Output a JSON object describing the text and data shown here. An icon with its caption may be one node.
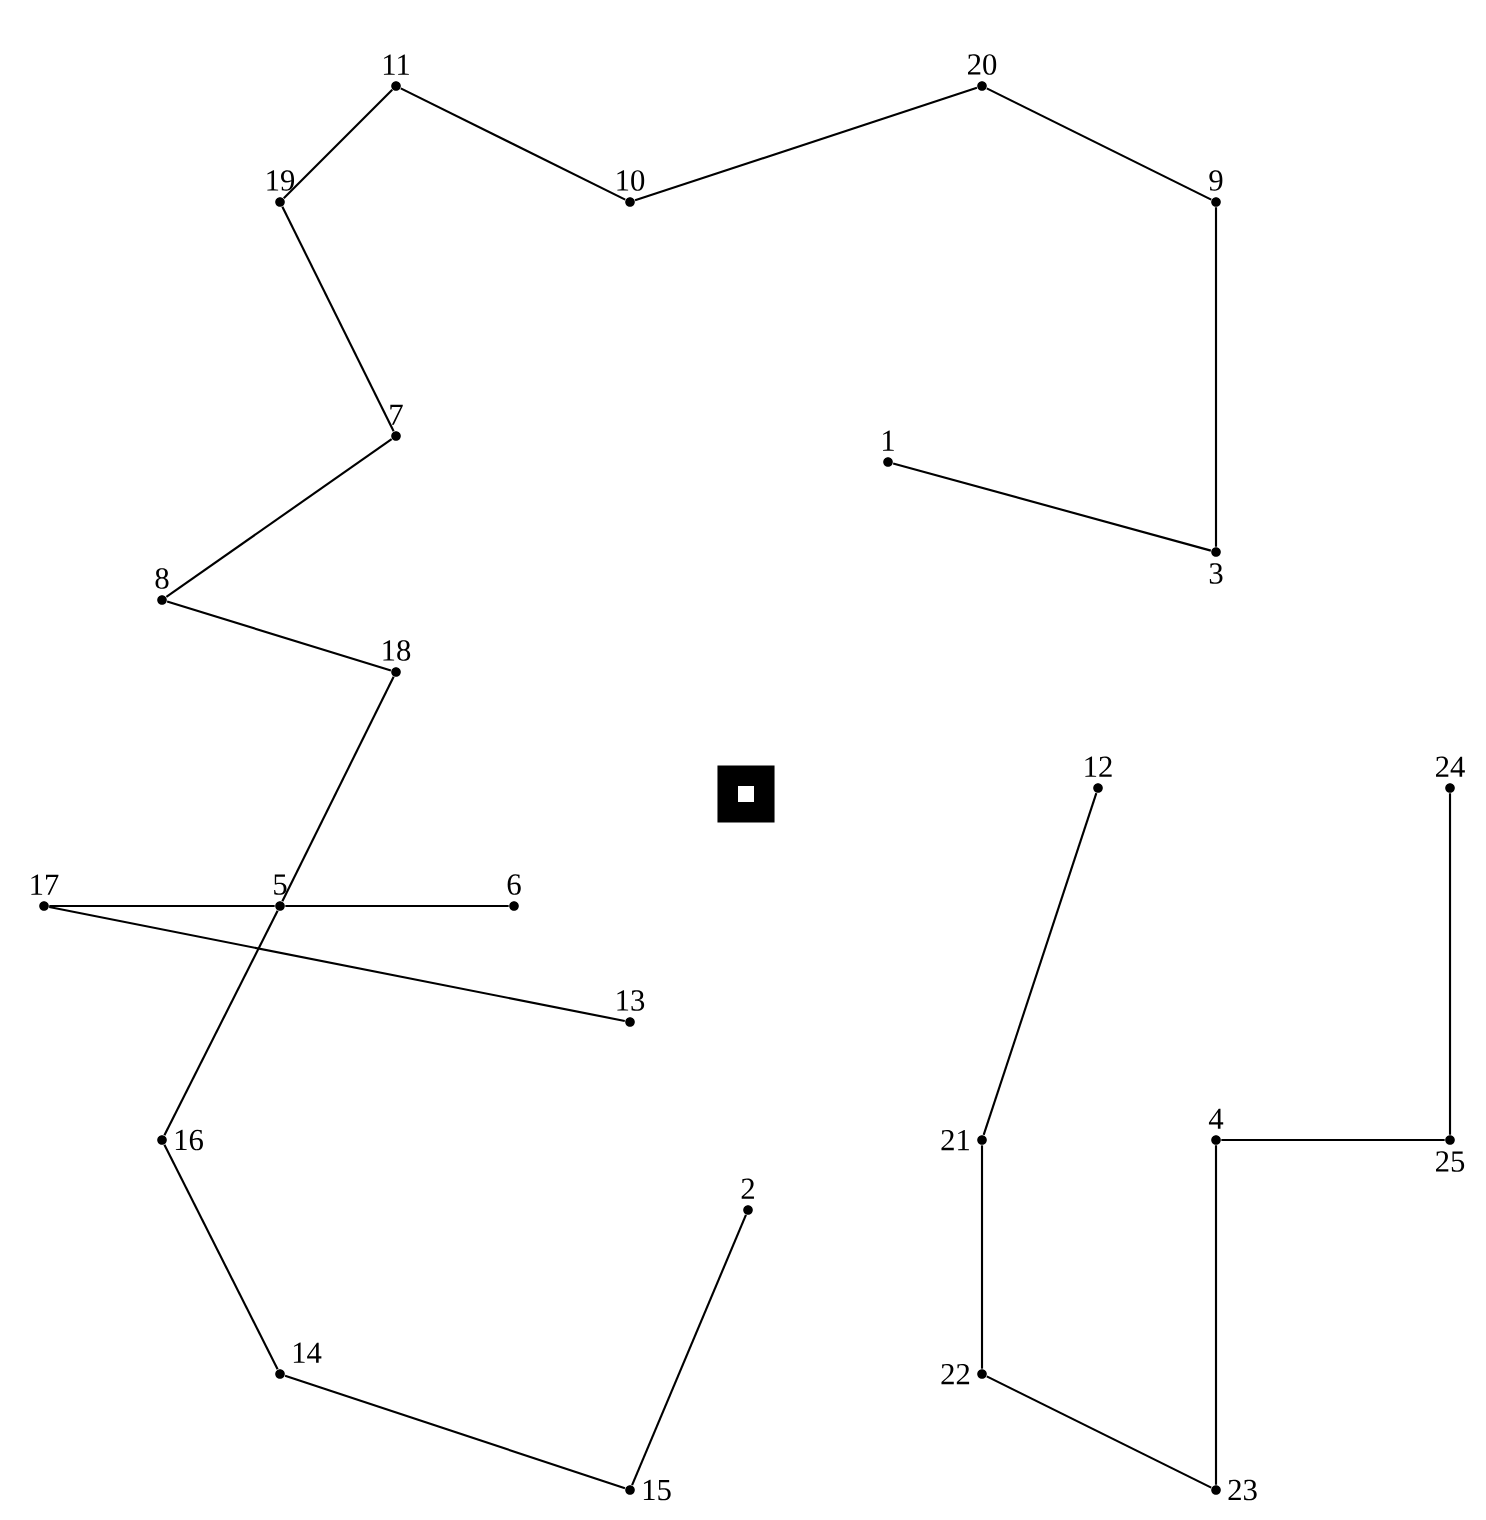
{
  "diagram": {
    "nodes": [
      {
        "text": [
          "1"
        ]
      },
      {
        "text": [
          "2"
        ]
      },
      {
        "text": [
          "3"
        ]
      },
      {
        "text": [
          "4"
        ]
      },
      {
        "text": [
          "5"
        ]
      },
      {
        "text": [
          "6"
        ]
      },
      {
        "text": [
          "7"
        ]
      },
      {
        "text": [
          "8"
        ]
      },
      {
        "text": [
          "9"
        ]
      },
      {
        "text": [
          "10"
        ]
      },
      {
        "text": [
          "11"
        ]
      },
      {
        "text": [
          "12"
        ]
      },
      {
        "text": [
          "13"
        ]
      },
      {
        "text": [
          "14"
        ]
      },
      {
        "text": [
          "15"
        ]
      },
      {
        "text": [
          "16"
        ]
      },
      {
        "text": [
          "17"
        ]
      },
      {
        "text": [
          "18"
        ]
      },
      {
        "text": [
          "19"
        ]
      },
      {
        "text": [
          "20"
        ]
      },
      {
        "text": [
          "21"
        ]
      },
      {
        "text": [
          "22"
        ]
      },
      {
        "text": [
          "23"
        ]
      },
      {
        "text": [
          "24"
        ]
      },
      {
        "text": [
          "25"
        ]
      }
    ],
    "edges": [
      {
        "from": 0,
        "to": 2,
        "arrow": "none"
      },
      {
        "from": 2,
        "to": 8,
        "arrow": "none"
      },
      {
        "from": 8,
        "to": 19,
        "arrow": "none"
      },
      {
        "from": 19,
        "to": 9,
        "arrow": "none"
      },
      {
        "from": 9,
        "to": 10,
        "arrow": "none"
      },
      {
        "from": 10,
        "to": 18,
        "arrow": "none"
      },
      {
        "from": 18,
        "to": 6,
        "arrow": "none"
      },
      {
        "from": 6,
        "to": 7,
        "arrow": "none"
      },
      {
        "from": 7,
        "to": 17,
        "arrow": "none"
      },
      {
        "from": 17,
        "to": 4,
        "arrow": "none"
      },
      {
        "from": 4,
        "to": 15,
        "arrow": "none"
      },
      {
        "from": 15,
        "to": 13,
        "arrow": "none"
      },
      {
        "from": 13,
        "to": 14,
        "arrow": "none"
      },
      {
        "from": 14,
        "to": 1,
        "arrow": "none"
      },
      {
        "from": 16,
        "to": 4,
        "arrow": "none"
      },
      {
        "from": 4,
        "to": 5,
        "arrow": "none"
      },
      {
        "from": 16,
        "to": 12,
        "arrow": "none"
      },
      {
        "from": 11,
        "to": 20,
        "arrow": "none"
      },
      {
        "from": 20,
        "to": 21,
        "arrow": "none"
      },
      {
        "from": 21,
        "to": 22,
        "arrow": "none"
      },
      {
        "from": 22,
        "to": 3,
        "arrow": "none"
      },
      {
        "from": 3,
        "to": 24,
        "arrow": "none"
      },
      {
        "from": 24,
        "to": 23,
        "arrow": "none"
      }
    ]
  }
}
